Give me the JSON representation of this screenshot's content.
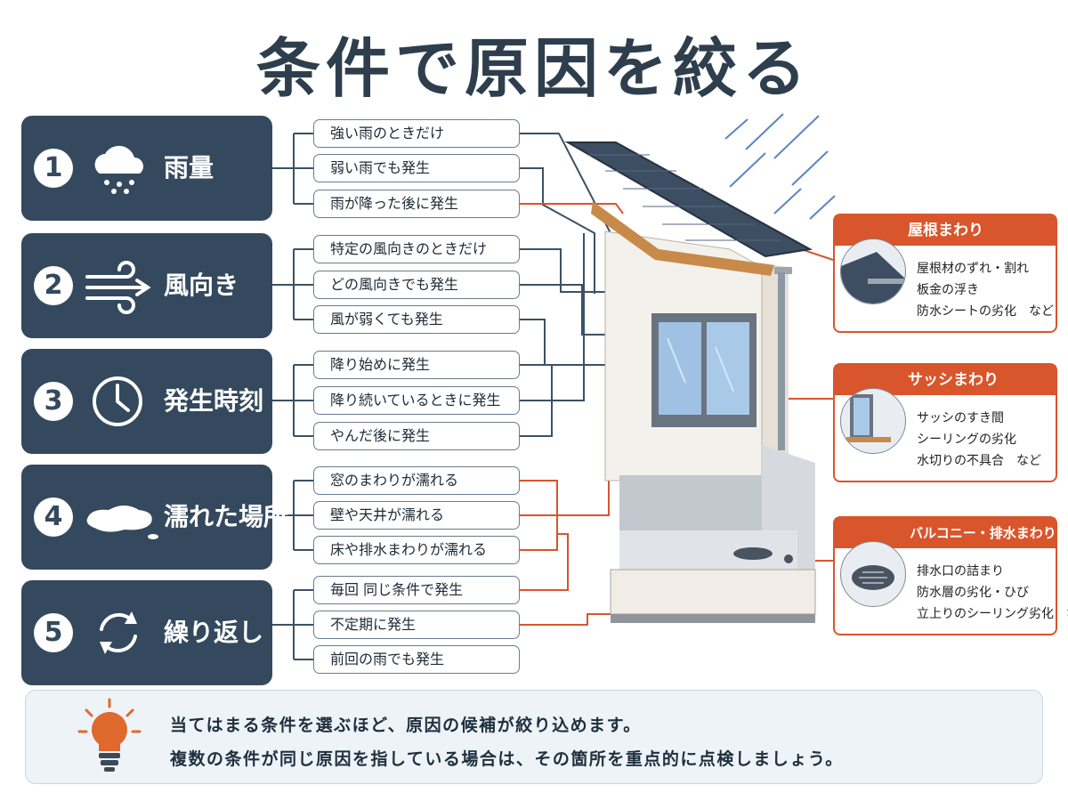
{
  "title": "条件で原因を絞る",
  "categories": [
    {
      "number": "1",
      "label": "雨量",
      "icon": "rain-cloud-icon",
      "options": [
        "強い雨のときだけ",
        "弱い雨でも発生",
        "雨が降った後に発生"
      ]
    },
    {
      "number": "2",
      "label": "風向き",
      "icon": "wind-icon",
      "options": [
        "特定の風向きのときだけ",
        "どの風向きでも発生",
        "風が弱くても発生"
      ]
    },
    {
      "number": "3",
      "label": "発生時刻",
      "icon": "clock-icon",
      "options": [
        "降り始めに発生",
        "降り続いているときに発生",
        "やんだ後に発生"
      ]
    },
    {
      "number": "4",
      "label": "濡れた場所",
      "icon": "puddle-icon",
      "options": [
        "窓のまわりが濡れる",
        "壁や天井が濡れる",
        "床や排水まわりが濡れる"
      ]
    },
    {
      "number": "5",
      "label": "繰り返し",
      "icon": "repeat-icon",
      "options": [
        "毎回 同じ条件で発生",
        "不定期に発生",
        "前回の雨でも発生"
      ]
    }
  ],
  "areas": [
    {
      "title": "屋根まわり",
      "icon": "roof-thumbnail-icon",
      "items": [
        "屋根材のずれ・割れ",
        "板金の浮き",
        "防水シートの劣化　など"
      ]
    },
    {
      "title": "サッシまわり",
      "icon": "window-sash-thumbnail-icon",
      "items": [
        "サッシのすき間",
        "シーリングの劣化",
        "水切りの不具合　など"
      ]
    },
    {
      "title": "バルコニー・排水まわり",
      "icon": "drain-thumbnail-icon",
      "items": [
        "排水口の詰まり",
        "防水層の劣化・ひび",
        "立上りのシーリング劣化　など"
      ]
    }
  ],
  "hint": {
    "icon": "lightbulb-icon",
    "line1": "当てはまる条件を選ぶほど、原因の候補が絞り込めます。",
    "line2": "複数の条件が同じ原因を指している場合は、その箇所を重点的に点検しましょう。"
  },
  "colors": {
    "navy": "#34495e",
    "accent": "#d9552b",
    "line_navy": "#3b5166",
    "line_orange": "#d9552b",
    "hint_bg": "#eef3f8"
  }
}
